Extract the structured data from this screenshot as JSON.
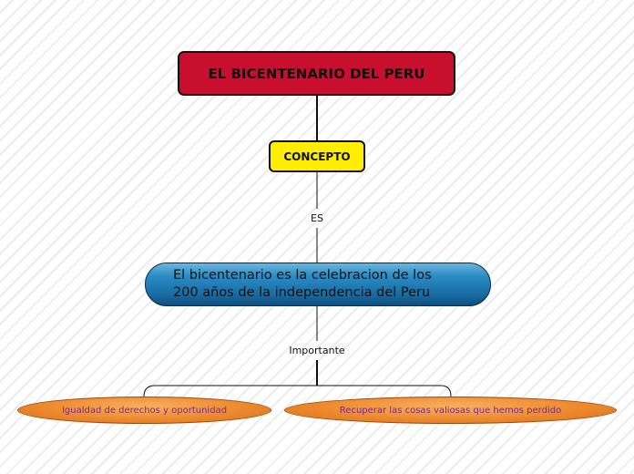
{
  "nodes": {
    "title": "EL BICENTENARIO DEL PERU",
    "concept": "CONCEPTO",
    "definition_line1": "El bicentenario es la celebracion de los",
    "definition_line2": "200 años de la independencia del Peru",
    "leaf_1": "Igualdad de derechos y oportunidad",
    "leaf_2": "Recuperar las cosas valiosas que hemos perdido"
  },
  "links": {
    "es": "ES",
    "importante": "Importante"
  },
  "colors": {
    "title_fill": "#c8102e",
    "concept_fill": "#ffee00",
    "definition_fill": "#1a6fa8",
    "leaf_fill": "#ee8a2e",
    "leaf_text": "#7a2a8a"
  }
}
